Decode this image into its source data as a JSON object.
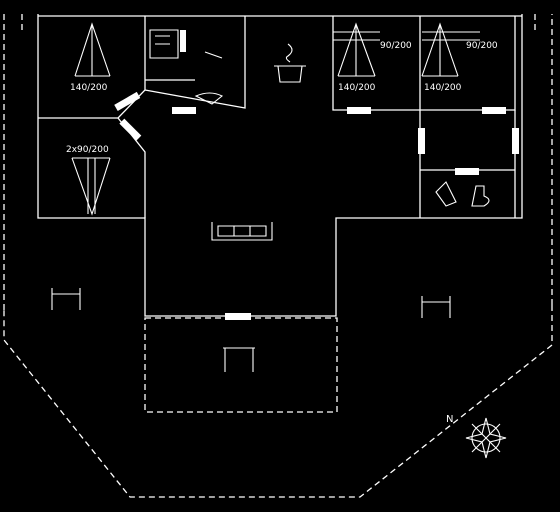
{
  "floorplan": {
    "bed_labels": {
      "bed1": "140/200",
      "bed2": "2x90/200",
      "bed3_top": "90/200",
      "bed3_bottom": "140/200",
      "bed4_top": "90/200",
      "bed4_bottom": "140/200"
    },
    "compass_label": "N",
    "colors": {
      "background": "#000000",
      "lines": "#ffffff"
    }
  }
}
